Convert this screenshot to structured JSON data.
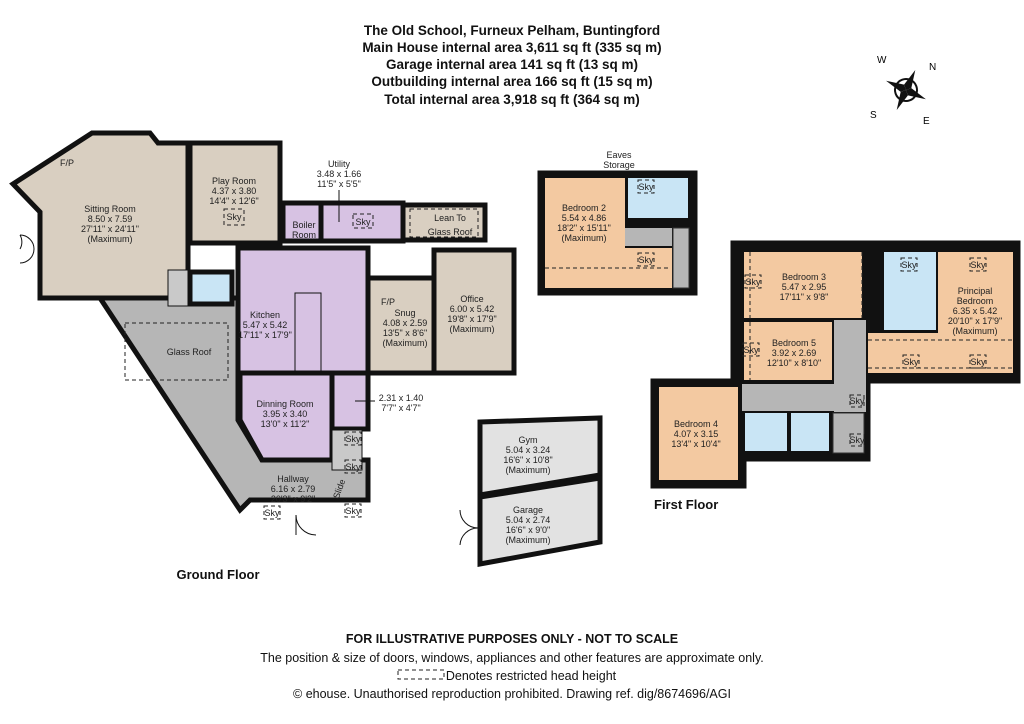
{
  "header": {
    "line1": "The Old School, Furneux Pelham, Buntingford",
    "line2": "Main House internal area 3,611 sq ft (335 sq m)",
    "line3": "Garage internal area 141 sq ft (13 sq m)",
    "line4": "Outbuilding internal area 166 sq ft (15 sq m)",
    "line5": "Total internal area 3,918 sq ft (364 sq m)"
  },
  "compass": {
    "w": "W",
    "n": "N",
    "s": "S",
    "e": "E"
  },
  "colors": {
    "reception": "#d9cfc1",
    "kitchen": "#d7c2e3",
    "bedroom": "#f3c9a1",
    "bathroom": "#c9e5f5",
    "circulation": "#b6b6b6",
    "outbuilding": "#e2e2e2",
    "wall": "#111111"
  },
  "ground_floor": {
    "label": "Ground Floor",
    "sitting_room": {
      "name": "Sitting Room",
      "metric": "8.50 x 7.59",
      "imperial": "27'11\" x 24'11\"",
      "note": "(Maximum)"
    },
    "play_room": {
      "name": "Play Room",
      "metric": "4.37 x 3.80",
      "imperial": "14'4\" x 12'6\""
    },
    "utility": {
      "name": "Utility",
      "metric": "3.48 x 1.66",
      "imperial": "11'5\" x 5'5\""
    },
    "boiler_room": {
      "line1": "Boiler",
      "line2": "Room"
    },
    "lean_to": {
      "line1": "Lean To",
      "line2": "Glass Roof"
    },
    "kitchen": {
      "name": "Kitchen",
      "metric": "5.47 x 5.42",
      "imperial": "17'11\" x 17'9\""
    },
    "snug": {
      "name": "Snug",
      "metric": "4.08 x 2.59",
      "imperial": "13'5\" x 8'6\"",
      "note": "(Maximum)"
    },
    "office": {
      "name": "Office",
      "metric": "6.00 x 5.42",
      "imperial": "19'8\" x 17'9\"",
      "note": "(Maximum)"
    },
    "glass_roof": "Glass Roof",
    "dining_room": {
      "name": "Dinning Room",
      "metric": "3.95 x 3.40",
      "imperial": "13'0\" x 11'2\""
    },
    "lobby": {
      "metric": "2.31 x 1.40",
      "imperial": "7'7\" x 4'7\""
    },
    "hallway": {
      "name": "Hallway",
      "metric": "6.16 x 2.79",
      "imperial": "20'3\" x 9'2\""
    },
    "fireplace": "F/P",
    "slide": "Slide",
    "gym": {
      "name": "Gym",
      "metric": "5.04 x 3.24",
      "imperial": "16'6\" x 10'8\"",
      "note": "(Maximum)"
    },
    "garage": {
      "name": "Garage",
      "metric": "5.04 x 2.74",
      "imperial": "16'6\" x 9'0\"",
      "note": "(Maximum)"
    }
  },
  "first_floor": {
    "label": "First Floor",
    "eaves": {
      "line1": "Eaves",
      "line2": "Storage"
    },
    "bedroom2": {
      "name": "Bedroom 2",
      "metric": "5.54 x 4.86",
      "imperial": "18'2\" x 15'11\"",
      "note": "(Maximum)"
    },
    "bedroom3": {
      "name": "Bedroom 3",
      "metric": "5.47 x 2.95",
      "imperial": "17'11\" x 9'8\""
    },
    "bedroom4": {
      "name": "Bedroom 4",
      "metric": "4.07 x 3.15",
      "imperial": "13'4\" x 10'4\""
    },
    "bedroom5": {
      "name": "Bedroom 5",
      "metric": "3.92 x 2.69",
      "imperial": "12'10\" x 8'10\""
    },
    "principal": {
      "line1": "Principal",
      "line2": "Bedroom",
      "metric": "6.35 x 5.42",
      "imperial": "20'10\" x 17'9\"",
      "note": "(Maximum)"
    }
  },
  "sky_label": "Sky",
  "footer": {
    "disclaimer": "FOR ILLUSTRATIVE PURPOSES ONLY - NOT TO SCALE",
    "note": "The position & size of doors, windows, appliances and other features are approximate only.",
    "legend": "Denotes restricted head height",
    "copyright": "© ehouse. Unauthorised reproduction prohibited. Drawing ref. dig/8674696/AGI"
  }
}
